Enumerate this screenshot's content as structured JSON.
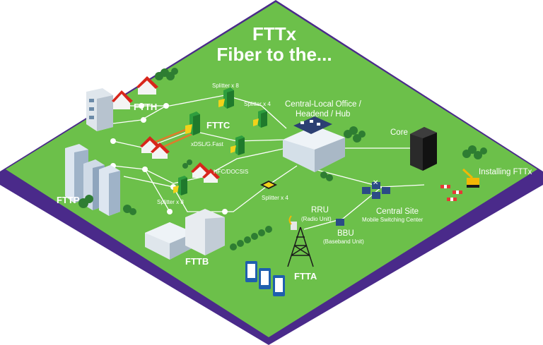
{
  "title": {
    "line1": "FTTx",
    "line2": "Fiber to the..."
  },
  "zones": {
    "ftth": "FTTH",
    "fttc": "FTTC",
    "fttp": "FTTP",
    "fttb": "FTTB",
    "ftta": "FTTA"
  },
  "labels": {
    "splitter_x8_top": "Splitter x 8",
    "splitter_x4_top": "Splitter x 4",
    "central_office_line1": "Central-Local Office /",
    "central_office_line2": "Headend / Hub",
    "core": "Core",
    "installing": "Installing FTTx",
    "xdsl": "xDSL/G.Fast",
    "hfc": "HFC/DOCSIS",
    "splitter_x8_bottom": "Splitter x 8",
    "splitter_x4_bottom": "Splitter x 4",
    "rru_line1": "RRU",
    "rru_line2": "(Radio Unit)",
    "bbu_line1": "BBU",
    "bbu_line2": "(Baseband Unit)",
    "central_site_line1": "Central Site",
    "central_site_line2": "Mobile Switching Center"
  },
  "colors": {
    "board_green": "#6cc04a",
    "board_edge": "#4a2a8a",
    "fiber": "#ffffff",
    "copper": "#e07a2a",
    "splitter": "#2e9e3e",
    "splitter_face": "#f2d21a",
    "server": "#1e1e1e",
    "tower": "#1a1a1a",
    "mobile": "#1f5fae"
  }
}
